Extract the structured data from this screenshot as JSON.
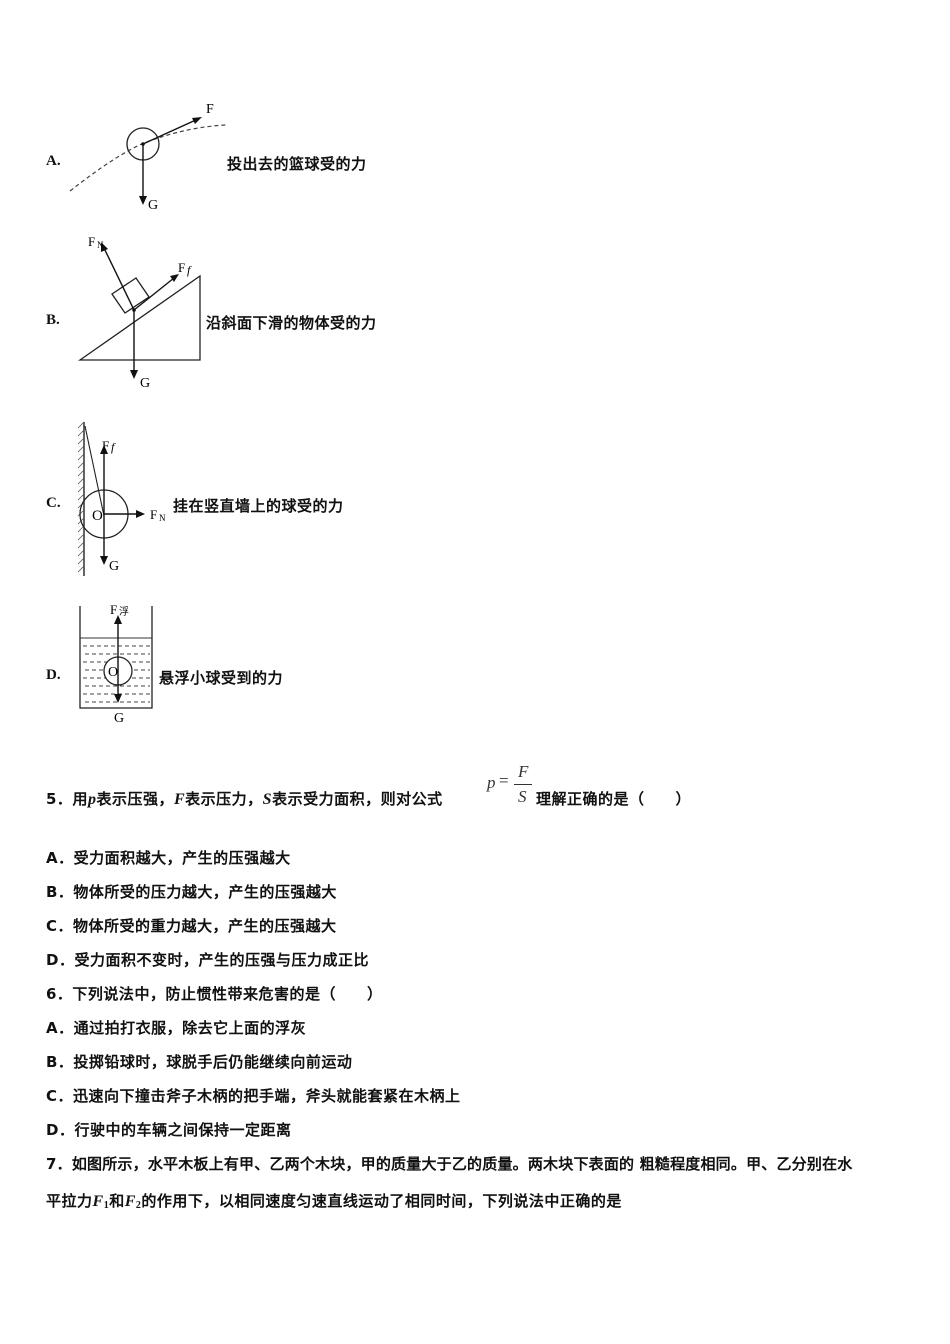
{
  "q4_options": [
    {
      "letter": "A.",
      "caption": "投出去的篮球受的力"
    },
    {
      "letter": "B.",
      "caption": "沿斜面下滑的物体受的力"
    },
    {
      "letter": "C.",
      "caption": "挂在竖直墙上的球受的力"
    },
    {
      "letter": "D.",
      "caption": "悬浮小球受到的力"
    }
  ],
  "diagram_labels": {
    "F": "F",
    "G": "G",
    "FN_F": "F",
    "FN_N": "N",
    "Ff_F": "F",
    "Ff_f": "f",
    "O": "O",
    "Ffu_F": "F",
    "Ffu_fu": "浮"
  },
  "q5": {
    "num": "5．",
    "t1": "用",
    "p": "p",
    "t2": "表示压强，",
    "F": "F",
    "t3": "表示压力，",
    "S": "S",
    "t4": "表示受力面积，则对公式",
    "formula_p": "p",
    "formula_eq": "=",
    "formula_num": "F",
    "formula_den": "S",
    "t5": "理解正确的是（　　）",
    "options": [
      "A．受力面积越大，产生的压强越大",
      "B．物体所受的压力越大，产生的压强越大",
      "C．物体所受的重力越大，产生的压强越大",
      "D．受力面积不变时，产生的压强与压力成正比"
    ]
  },
  "q6": {
    "stem": "6．下列说法中，防止惯性带来危害的是（　　）",
    "options": [
      "A．通过拍打衣服，除去它上面的浮灰",
      "B．投掷铅球时，球脱手后仍能继续向前运动",
      "C．迅速向下撞击斧子木柄的把手端，斧头就能套紧在木柄上",
      "D．行驶中的车辆之间保持一定距离"
    ]
  },
  "q7": {
    "line1": "7．如图所示，水平木板上有甲、乙两个木块，甲的质量大于乙的质量。两木块下表面的 粗糙程度相同。甲、乙分别在水",
    "l2a": "平拉力",
    "F1": "F",
    "s1": "1",
    "l2b": "和",
    "F2": "F",
    "s2": "2",
    "l2c": "的作用下，以相同速度匀速直线运动了相同时间，下列说法中正确的是"
  }
}
